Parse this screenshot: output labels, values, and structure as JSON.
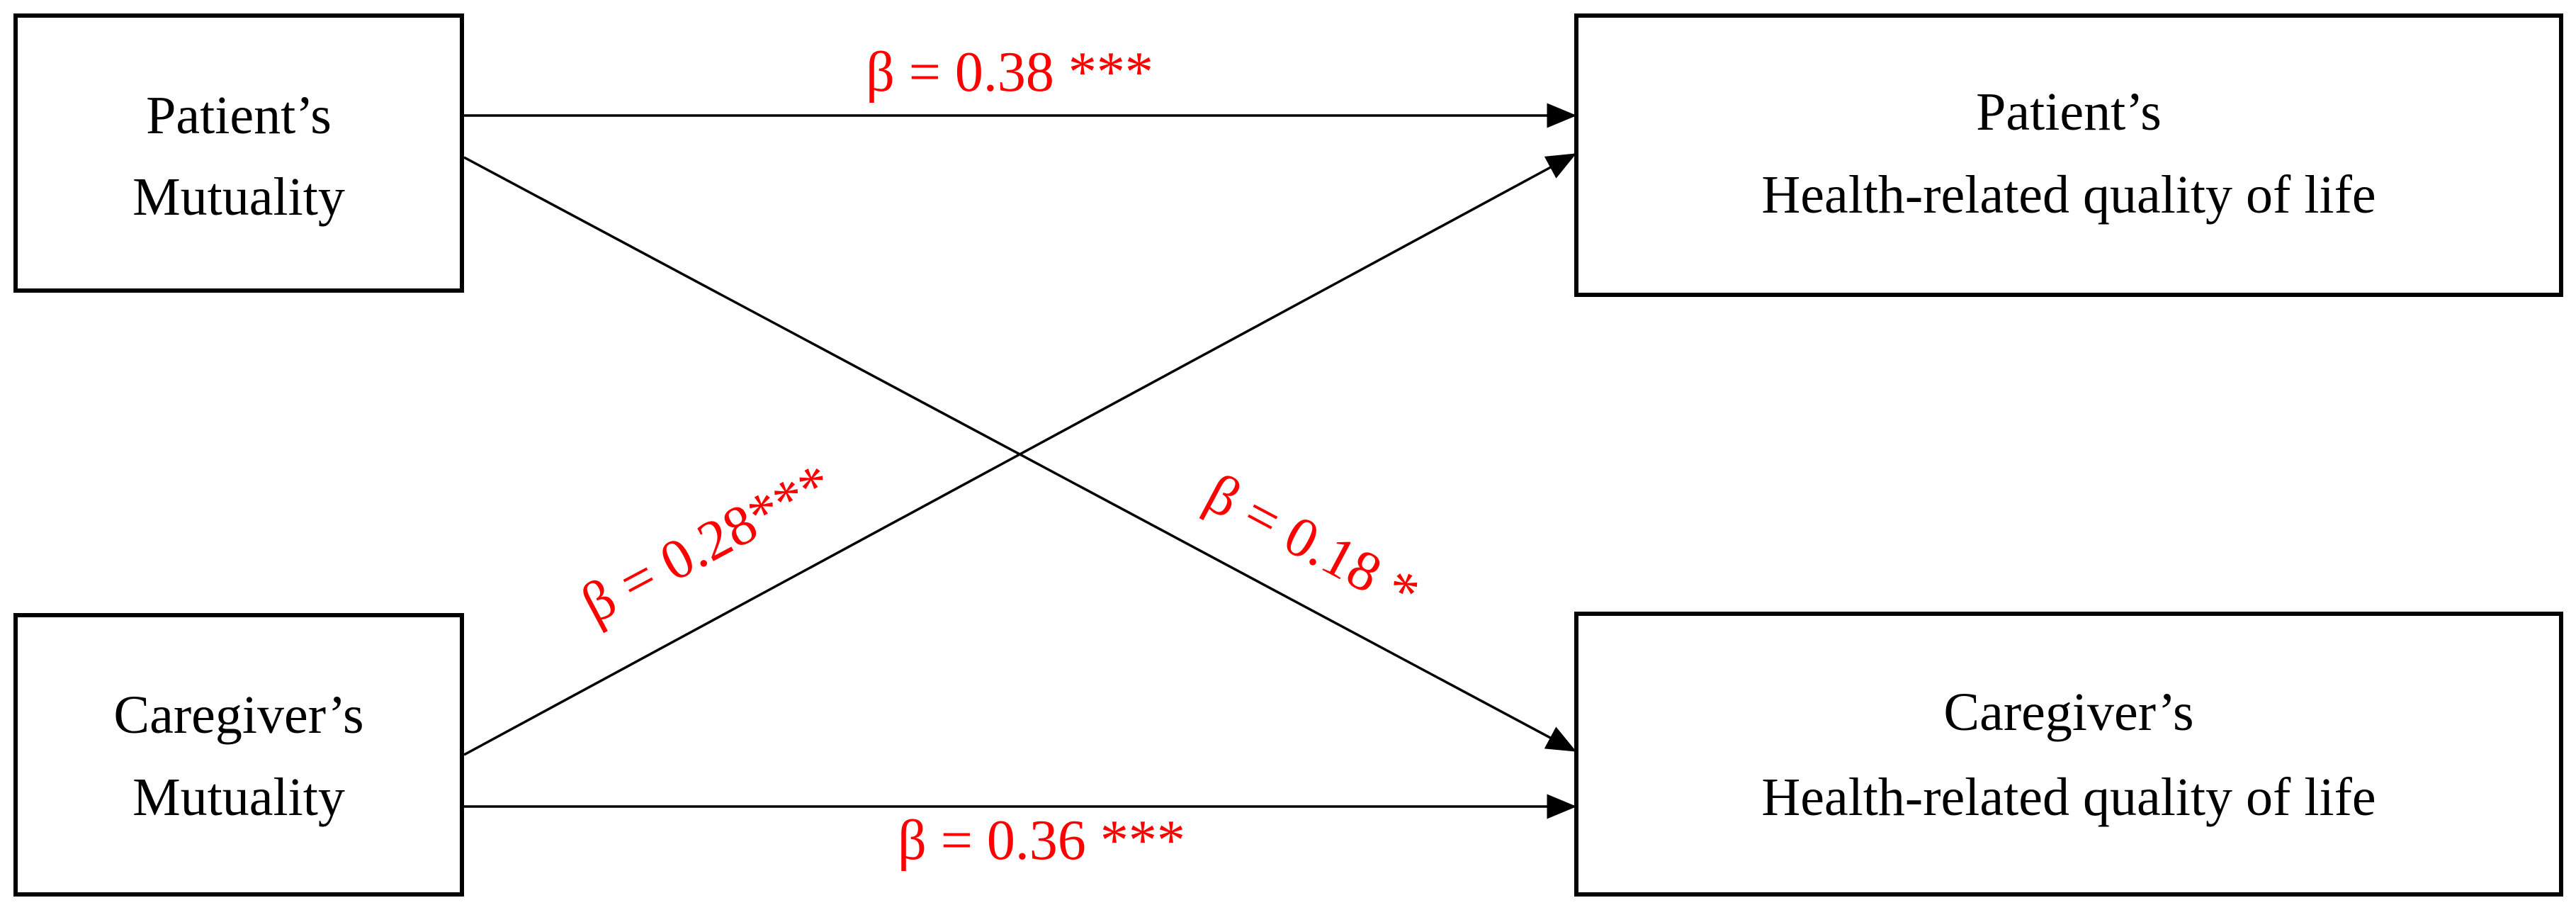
{
  "colors": {
    "box_stroke": "#000000",
    "arrow": "#000000",
    "label": "#ff0000"
  },
  "nodes": {
    "patient_mutuality": {
      "line1": "Patient’s",
      "line2": "Mutuality"
    },
    "caregiver_mutuality": {
      "line1": "Caregiver’s",
      "line2": "Mutuality"
    },
    "patient_hrqol": {
      "line1": "Patient’s",
      "line2": "Health-related quality of life"
    },
    "caregiver_hrqol": {
      "line1": "Caregiver’s",
      "line2": "Health-related quality of life"
    }
  },
  "edges": {
    "pm_to_phrqol": {
      "from": "Patient’s Mutuality",
      "to": "Patient’s Health-related quality of life",
      "label": "β = 0.38 ***"
    },
    "pm_to_chrqol": {
      "from": "Patient’s Mutuality",
      "to": "Caregiver’s Health-related quality of life",
      "label": "β = 0.18 *"
    },
    "cm_to_phrqol": {
      "from": "Caregiver’s Mutuality",
      "to": "Patient’s Health-related quality of life",
      "label": "β = 0.28***"
    },
    "cm_to_chrqol": {
      "from": "Caregiver’s Mutuality",
      "to": "Caregiver’s Health-related quality of life",
      "label": "β = 0.36 ***"
    }
  }
}
